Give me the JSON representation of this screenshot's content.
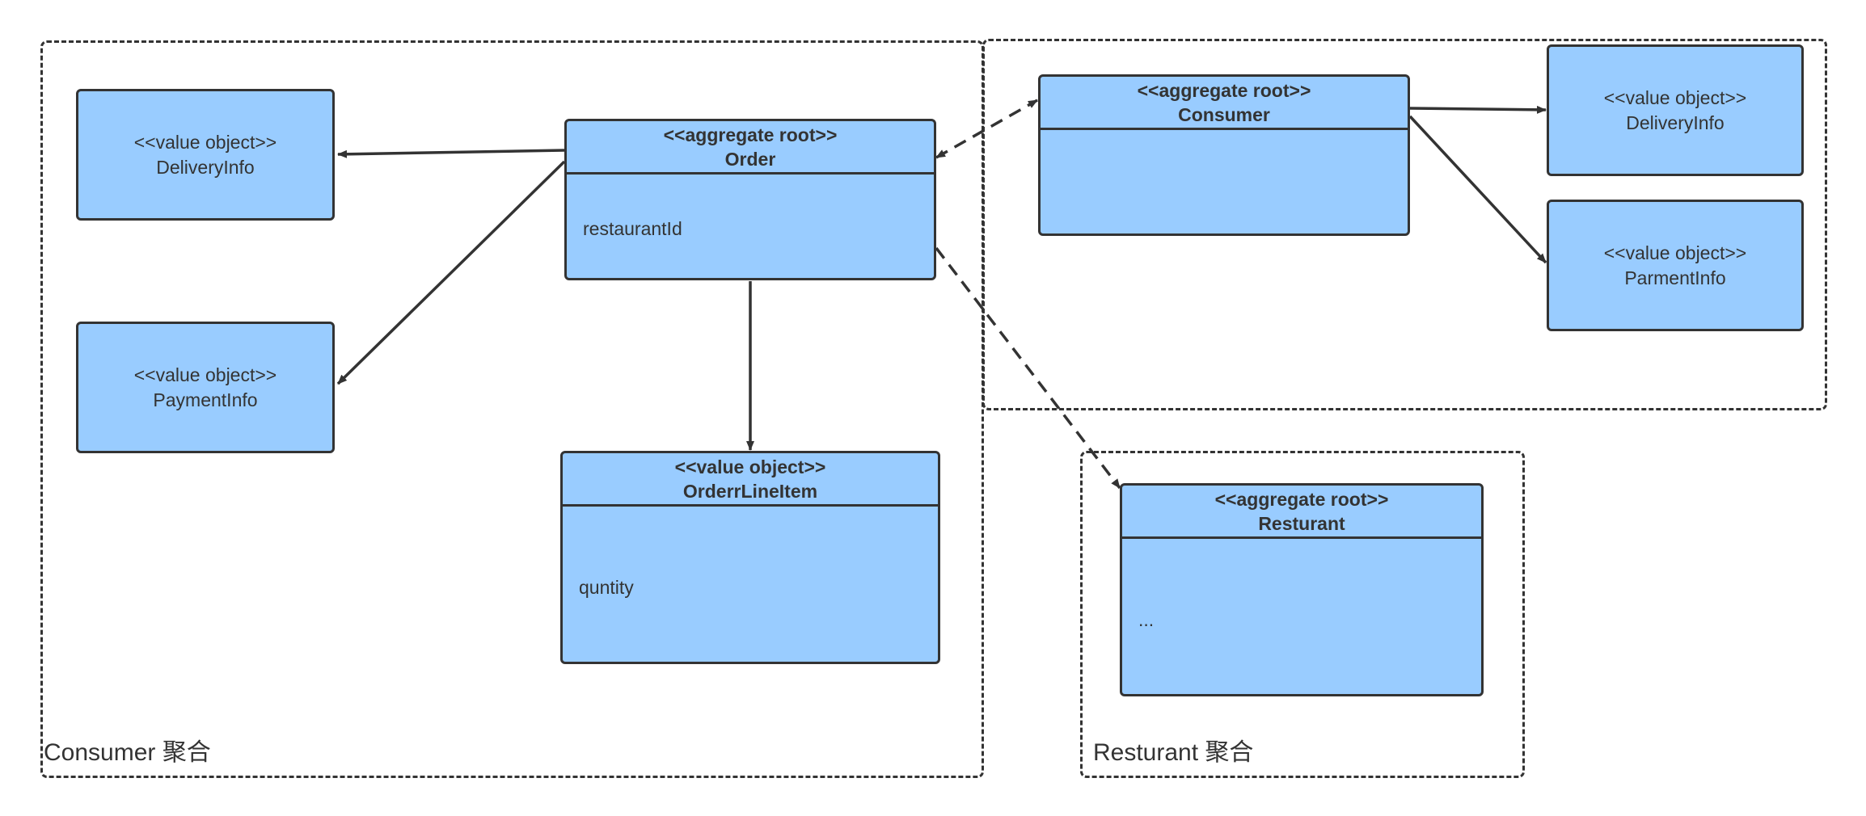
{
  "colors": {
    "box_fill": "#99ccff",
    "stroke": "#333333",
    "background": "#ffffff"
  },
  "groups": {
    "consumer_aggregate": {
      "label": "Consumer 聚合"
    },
    "restaurant_aggregate": {
      "label": "Resturant 聚合"
    },
    "consumer_root_region": {
      "label": ""
    }
  },
  "nodes": {
    "order": {
      "stereotype": "<<aggregate root>>",
      "name": "Order",
      "attribute": "restaurantId"
    },
    "order_line_item": {
      "stereotype": "<<value object>>",
      "name": "OrderrLineItem",
      "attribute": "quntity"
    },
    "consumer": {
      "stereotype": "<<aggregate root>>",
      "name": "Consumer",
      "attribute": ""
    },
    "restaurant": {
      "stereotype": "<<aggregate root>>",
      "name": "Resturant",
      "attribute": "..."
    },
    "order_delivery_info": {
      "stereotype": "<<value object>>",
      "name": "DeliveryInfo"
    },
    "order_payment_info": {
      "stereotype": "<<value object>>",
      "name": "PaymentInfo"
    },
    "consumer_delivery_info": {
      "stereotype": "<<value object>>",
      "name": "DeliveryInfo"
    },
    "consumer_payment_info": {
      "stereotype": "<<value object>>",
      "name": "ParmentInfo"
    }
  },
  "edges": [
    {
      "from": "order",
      "to": "order_delivery_info",
      "style": "solid"
    },
    {
      "from": "order",
      "to": "order_payment_info",
      "style": "solid"
    },
    {
      "from": "order",
      "to": "order_line_item",
      "style": "solid"
    },
    {
      "from": "order",
      "to": "consumer",
      "style": "dashed",
      "bidirectional": true
    },
    {
      "from": "order",
      "to": "restaurant",
      "style": "dashed"
    },
    {
      "from": "consumer",
      "to": "consumer_delivery_info",
      "style": "solid"
    },
    {
      "from": "consumer",
      "to": "consumer_payment_info",
      "style": "solid"
    }
  ]
}
